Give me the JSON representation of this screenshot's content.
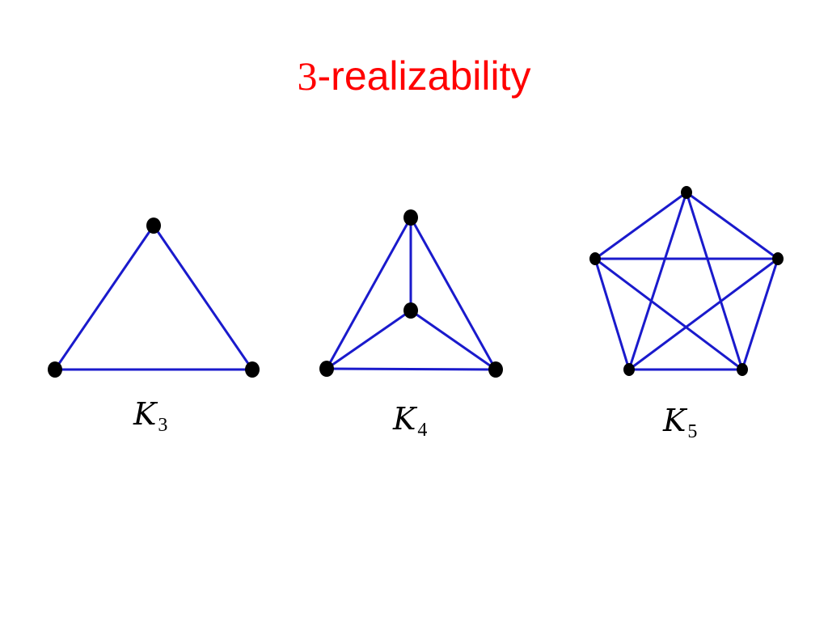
{
  "slide": {
    "title_number": "3",
    "title_text": "-realizability",
    "title_color": "#ff0000"
  },
  "style": {
    "edge_color": "#1a1acc",
    "node_color": "#000000"
  },
  "graphs": [
    {
      "name": "k3",
      "label_letter": "K",
      "label_sub": "3",
      "node_count": 3
    },
    {
      "name": "k4",
      "label_letter": "K",
      "label_sub": "4",
      "node_count": 4
    },
    {
      "name": "k5",
      "label_letter": "K",
      "label_sub": "5",
      "node_count": 5
    }
  ]
}
